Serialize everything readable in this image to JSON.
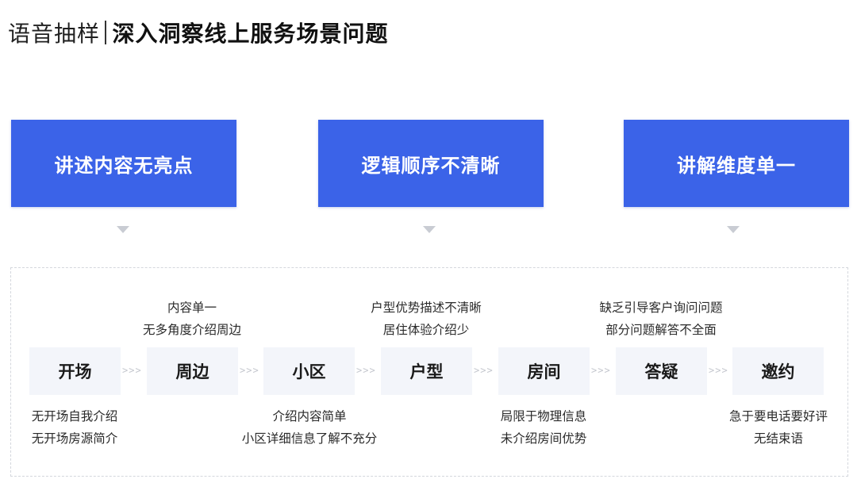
{
  "header": {
    "prefix": "语音抽样",
    "title": "深入洞察线上服务场景问题"
  },
  "problems": [
    {
      "label": "讲述内容无亮点"
    },
    {
      "label": "逻辑顺序不清晰"
    },
    {
      "label": "讲解维度单一"
    }
  ],
  "stages": [
    {
      "label": "开场"
    },
    {
      "label": "周边"
    },
    {
      "label": "小区"
    },
    {
      "label": "户型"
    },
    {
      "label": "房间"
    },
    {
      "label": "答疑"
    },
    {
      "label": "邀约"
    }
  ],
  "connector_text": ">>>",
  "notes": {
    "opening": [
      "无开场自我介绍",
      "无开场房源简介"
    ],
    "surroundings": [
      "内容单一",
      "无多角度介绍周边"
    ],
    "community": [
      "介绍内容简单",
      "小区详细信息了解不充分"
    ],
    "floor_plan": [
      "户型优势描述不清晰",
      "居住体验介绍少"
    ],
    "room": [
      "局限于物理信息",
      "未介绍房间优势"
    ],
    "qa": [
      "缺乏引导客户询问问题",
      "部分问题解答不全面"
    ],
    "invitation": [
      "急于要电话要好评",
      "无结束语"
    ]
  }
}
